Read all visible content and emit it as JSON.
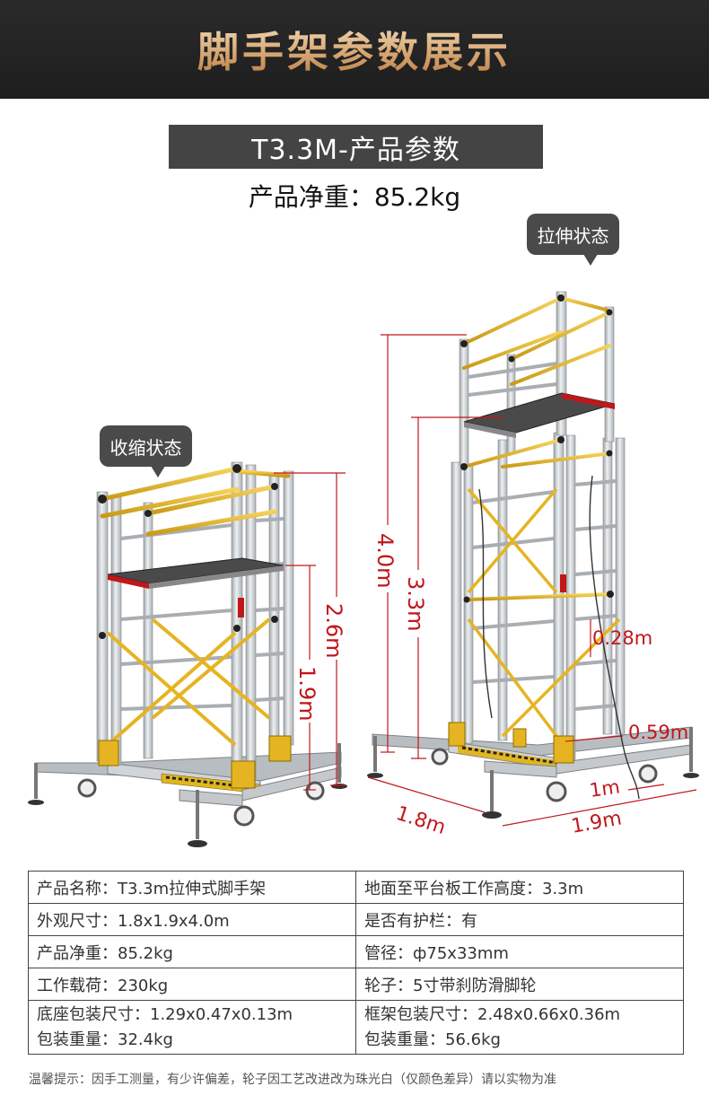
{
  "banner": {
    "title": "脚手架参数展示"
  },
  "header": {
    "model_title": "T3.3M-产品参数",
    "net_weight": "产品净重：85.2kg"
  },
  "states": {
    "extended": "拉伸状态",
    "retracted": "收缩状态"
  },
  "dimensions": {
    "retracted_total_height": "2.6m",
    "retracted_platform_height": "1.9m",
    "extended_total_height": "4.0m",
    "extended_platform_height": "3.3m",
    "step_spacing": "0.28m",
    "ladder_width": "0.59m",
    "depth_1m": "1m",
    "base_length": "1.8m",
    "base_width": "1.9m"
  },
  "specs": {
    "rows": [
      {
        "left": "产品名称：T3.3m拉伸式脚手架",
        "right": "地面至平台板工作高度：3.3m"
      },
      {
        "left": "外观尺寸：1.8x1.9x4.0m",
        "right": "是否有护栏：有"
      },
      {
        "left": "产品净重：85.2kg",
        "right": "管径：ф75x33mm"
      },
      {
        "left": "工作载荷：230kg",
        "right": "轮子：5寸带刹防滑脚轮"
      }
    ],
    "package": {
      "left_line1": "底座包装尺寸：1.29x0.47x0.13m",
      "left_line2": "包装重量：32.4kg",
      "right_line1": "框架包装尺寸：2.48x0.66x0.36m",
      "right_line2": "包装重量：56.6kg"
    }
  },
  "note": "温馨提示：因手工测量，有少许偏差，轮子因工艺改进改为珠光白（仅颜色差异）请以实物为准",
  "colors": {
    "banner_bg": "#222222",
    "banner_text": "#d8a874",
    "dimension_red": "#c0171b",
    "frame_yellow": "#e6b422",
    "aluminium": "#cfd4d8"
  }
}
